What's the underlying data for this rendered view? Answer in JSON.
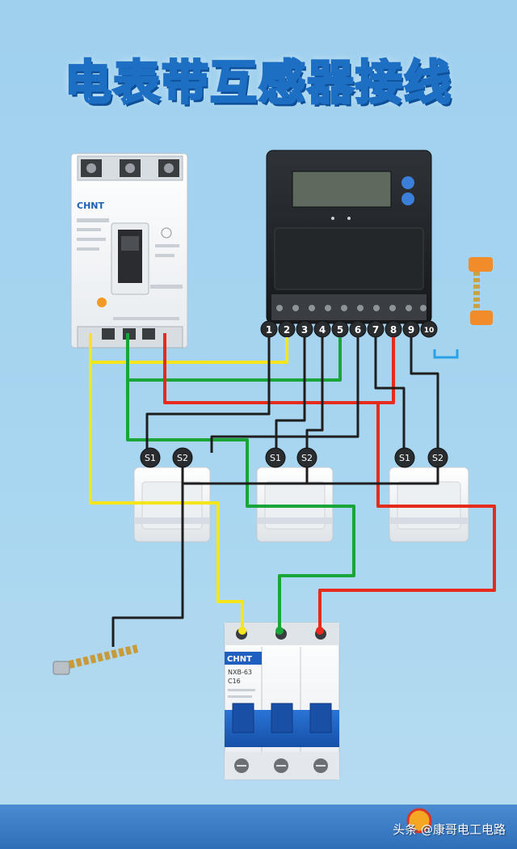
{
  "title": "电表带互感器接线",
  "breaker": {
    "brand": "CHNT"
  },
  "meter": {
    "terminals": [
      "1",
      "2",
      "3",
      "4",
      "5",
      "6",
      "7",
      "8",
      "9",
      "10"
    ]
  },
  "ct_labels": {
    "s1": "S1",
    "s2": "S2"
  },
  "mcb": {
    "brand": "CHNT",
    "model": "NXB-63",
    "rating": "C16"
  },
  "watermark": "头条 @康哥电工电路",
  "wire_colors": {
    "yellow": "#f4e51c",
    "green": "#1aa53a",
    "red": "#e62a1c",
    "black": "#1e1e1e"
  }
}
